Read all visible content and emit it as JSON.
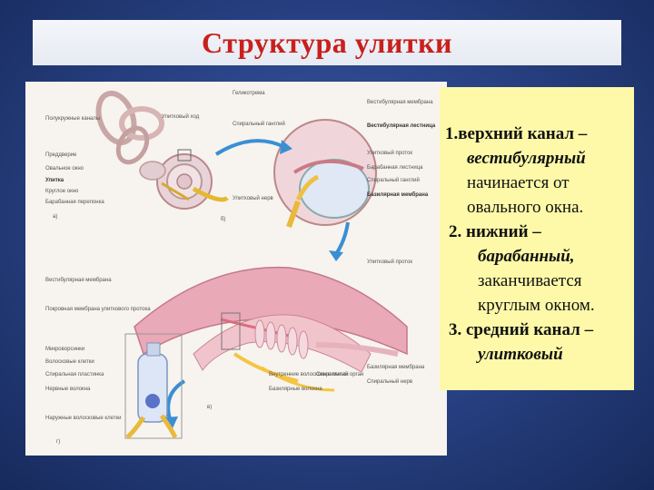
{
  "slide": {
    "title": "Структура улитки"
  },
  "figure": {
    "panel_labels": {
      "a": "а)",
      "b": "б)",
      "c": "в)",
      "d": "г)"
    },
    "labels": {
      "semicircular_canals": "Полукружные каналы",
      "vestibule": "Преддверие",
      "oval_window": "Овальное окно",
      "cochlea": "Улитка",
      "round_window": "Круглое окно",
      "eardrum": "Барабанная перепонка",
      "cochlear_duct_top": "Улитковый ход",
      "helicotrema": "Геликотрема",
      "spiral_ganglion_small": "Спиральный ганглий",
      "cochlear_nerve": "Улитковый нерв",
      "vestibular_membrane_label": "Вестибулярная мембрана",
      "scala_vestibuli": "Вестибулярная лестница",
      "cochlear_duct": "Улитковый проток",
      "scala_tympani": "Барабанная лестница",
      "spiral_ganglion": "Спиральный ганглий",
      "basilar_membrane": "Базилярная мембрана",
      "tectorial_membrane": "Покровная мембрана улиткового протока",
      "stereocilia": "Микроворсинки",
      "hair_cells": "Волосковые клетки",
      "spiral_lamina": "Спиральная пластинка",
      "nerve_fibers": "Нервные волокна",
      "outer_hair_cells": "Наружные волосковые клетки",
      "inner_hair_cells": "Внутренние волосковые клетки",
      "basilar_fibers": "Базилярные волокна",
      "spiral_organ": "Спиральный орган",
      "spiral_nerve": "Спиральный нерв"
    }
  },
  "text": {
    "item1_line1": "1.верхний канал –",
    "item1_line2": "вестибулярный",
    "item1_line3": "начинается от",
    "item1_line4": "овального окна.",
    "item2_line1": "2. нижний –",
    "item2_line2": "барабанный,",
    "item2_line3": "заканчивается",
    "item2_line4": "круглым окном.",
    "item3_line1": "3. средний канал –",
    "item3_line2": "улитковый"
  }
}
